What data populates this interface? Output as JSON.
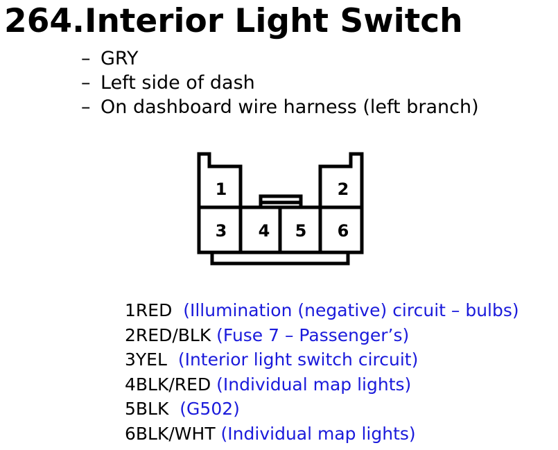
{
  "title": "264.Interior Light Switch",
  "notes": [
    {
      "dash": "–",
      "text": "GRY"
    },
    {
      "dash": "–",
      "text": "Left side of dash"
    },
    {
      "dash": "–",
      "text": "On dashboard wire harness (left branch)"
    }
  ],
  "connector": {
    "cavities": [
      "1",
      "2",
      "3",
      "4",
      "5",
      "6"
    ]
  },
  "pins": [
    {
      "code": "1RED",
      "gap": "  ",
      "desc": "(Illumination (negative) circuit – bulbs)"
    },
    {
      "code": "2RED/BLK",
      "gap": " ",
      "desc": "(Fuse 7 – Passenger’s)"
    },
    {
      "code": "3YEL",
      "gap": "  ",
      "desc": "(Interior light switch circuit)"
    },
    {
      "code": "4BLK/RED",
      "gap": " ",
      "desc": "(Individual map lights)"
    },
    {
      "code": "5BLK",
      "gap": "  ",
      "desc": "(G502)"
    },
    {
      "code": "6BLK/WHT",
      "gap": " ",
      "desc": "(Individual map lights)"
    }
  ],
  "colors": {
    "pin_desc": "#1a1adb",
    "outline": "#000000"
  }
}
